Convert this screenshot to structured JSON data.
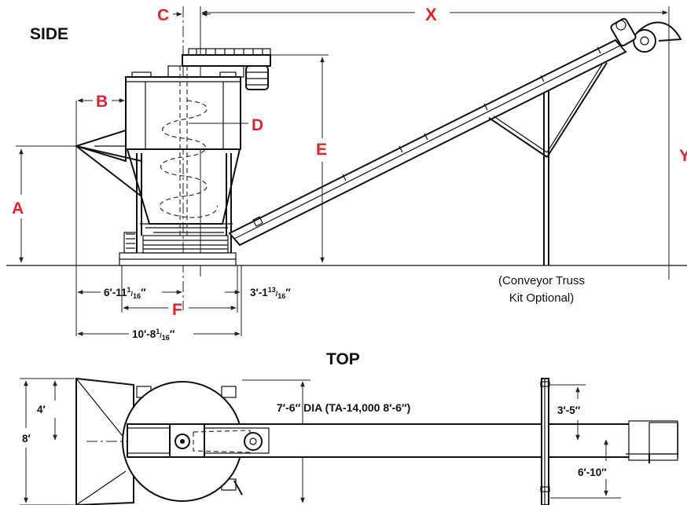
{
  "views": {
    "side_label": "SIDE",
    "top_label": "TOP"
  },
  "letters": {
    "A": "A",
    "B": "B",
    "C": "C",
    "D": "D",
    "E": "E",
    "F": "F",
    "X": "X",
    "Y": "Y"
  },
  "side_dims": {
    "left_width": {
      "main": "6′-11",
      "sup": "1",
      "sub": "16",
      "tail": "″"
    },
    "right_width": {
      "main": "3′-1",
      "sup": "13",
      "sub": "16",
      "tail": "″"
    },
    "total_width": {
      "main": "10′-8",
      "sup": "1",
      "sub": "16",
      "tail": "″"
    }
  },
  "note_lines": [
    "(Conveyor Truss",
    "Kit Optional)"
  ],
  "top_dims": {
    "half_width": "4′",
    "full_width": "8′",
    "diameter": "7′-6″ DIA (TA-14,000  8′-6″)",
    "truss_half": "3′-5″",
    "truss_width": "6′-10″"
  },
  "colors": {
    "label_red": "#e0242c",
    "line_black": "#111111"
  }
}
